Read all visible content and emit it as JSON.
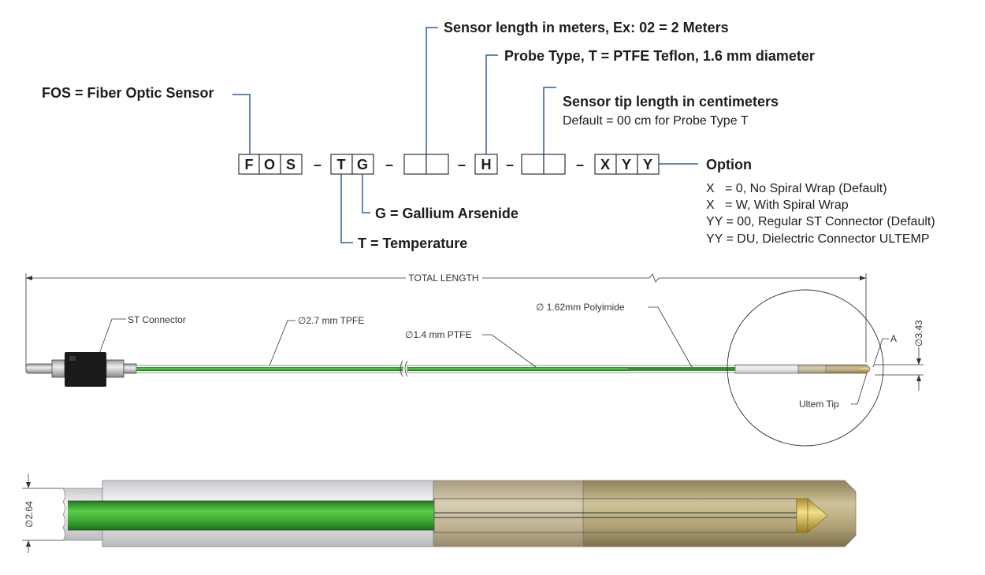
{
  "code_boxes": [
    "F",
    "O",
    "S",
    "T",
    "G",
    "",
    "",
    "H",
    "",
    "",
    "X",
    "Y",
    "Y"
  ],
  "separator": "–",
  "annotations": {
    "fos": "FOS = Fiber Optic Sensor",
    "sensor_length": "Sensor length in meters, Ex: 02 = 2 Meters",
    "probe_type": "Probe Type, T = PTFE Teflon, 1.6 mm diameter",
    "tip_length": "Sensor tip length in centimeters",
    "tip_length_default": "Default = 00 cm for Probe Type T",
    "gallium": "G = Gallium Arsenide",
    "temperature": "T = Temperature",
    "option_title": "Option",
    "options": [
      "X   = 0, No Spiral Wrap (Default)",
      "X   = W, With Spiral Wrap",
      "YY = 00, Regular ST Connector (Default)",
      "YY = DU, Dielectric Connector ULTEMP"
    ]
  },
  "drawing": {
    "total_length": "TOTAL LENGTH",
    "st_connector": "ST Connector",
    "tpfe": "∅2.7 mm TPFE",
    "ptfe": "∅1.4 mm PTFE",
    "polyimide": "∅ 1.62mm Polyimide",
    "diameter_343": "∅3.43",
    "detail_label": "A",
    "ultem_tip": "Ultem Tip",
    "diameter_264": "∅2.64"
  },
  "colors": {
    "leader": "#2b5d9e",
    "fiber_green": "#3aa832",
    "tip_gold": "#b4a47a",
    "jacket_gray": "#d6d6da",
    "connector_black": "#1a1a1a"
  }
}
